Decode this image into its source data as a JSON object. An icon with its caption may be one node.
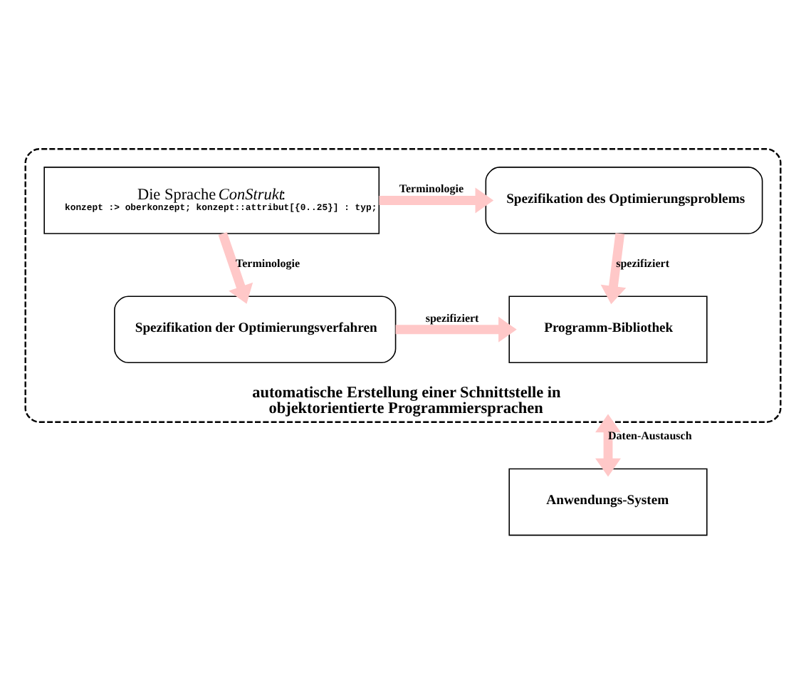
{
  "diagram": {
    "nodes": [
      {
        "text": [
          "automatische Erstellung einer Schnittstelle in objektorientierte Programmiersprachen"
        ]
      },
      {
        "text": [
          "Die Sprache *ConStrukt*:",
          "konzept :> oberkonzept; konzept::attribut[{0..25}] : typ;"
        ],
        "in": 0
      },
      {
        "text": [
          "Spezifikation des Optimierungsproblems"
        ],
        "in": 0
      },
      {
        "text": [
          "Spezifikation der Optimierungsverfahren"
        ],
        "in": 0
      },
      {
        "text": [
          "Programm-Bibliothek"
        ],
        "in": 0
      },
      {
        "text": [
          "Anwendungs-System"
        ]
      }
    ],
    "edges": [
      {
        "from": 1,
        "to": 2,
        "arrow": "to",
        "label": "Terminologie"
      },
      {
        "from": 1,
        "to": 3,
        "arrow": "to",
        "label": "Terminologie"
      },
      {
        "from": 2,
        "to": 4,
        "arrow": "to",
        "label": "spezifiziert"
      },
      {
        "from": 3,
        "to": 4,
        "arrow": "to",
        "label": "spezifiziert"
      },
      {
        "from": 0,
        "to": 5,
        "arrow": "both",
        "label": "Daten-Austausch"
      }
    ]
  }
}
